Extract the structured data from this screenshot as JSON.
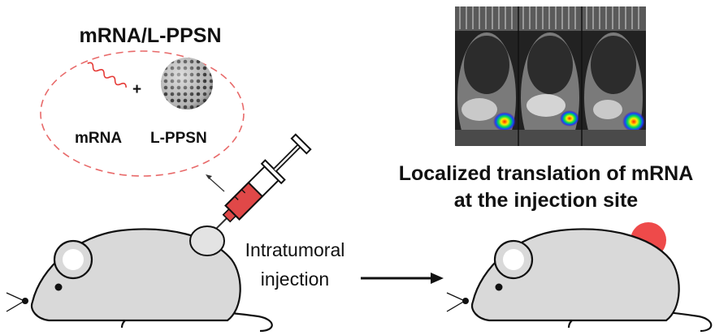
{
  "formulation": {
    "title": "mRNA/L-PPSN",
    "components": [
      "mRNA",
      "L-PPSN"
    ],
    "plus": "+"
  },
  "route_label": [
    "Intratumoral",
    "injection"
  ],
  "result_label": [
    "Localized translation of mRNA",
    "at the injection site"
  ],
  "colors": {
    "mouse_fill": "#d9d9d9",
    "outline": "#111111",
    "tumor_red": "#ee4a4a",
    "syringe_fill": "#e04848",
    "dashed_circle": "#e86a6a",
    "mrna_strand": "#e53935"
  },
  "imaging": {
    "panels": 3,
    "signal_levels": [
      1.0,
      0.85,
      0.95
    ]
  }
}
